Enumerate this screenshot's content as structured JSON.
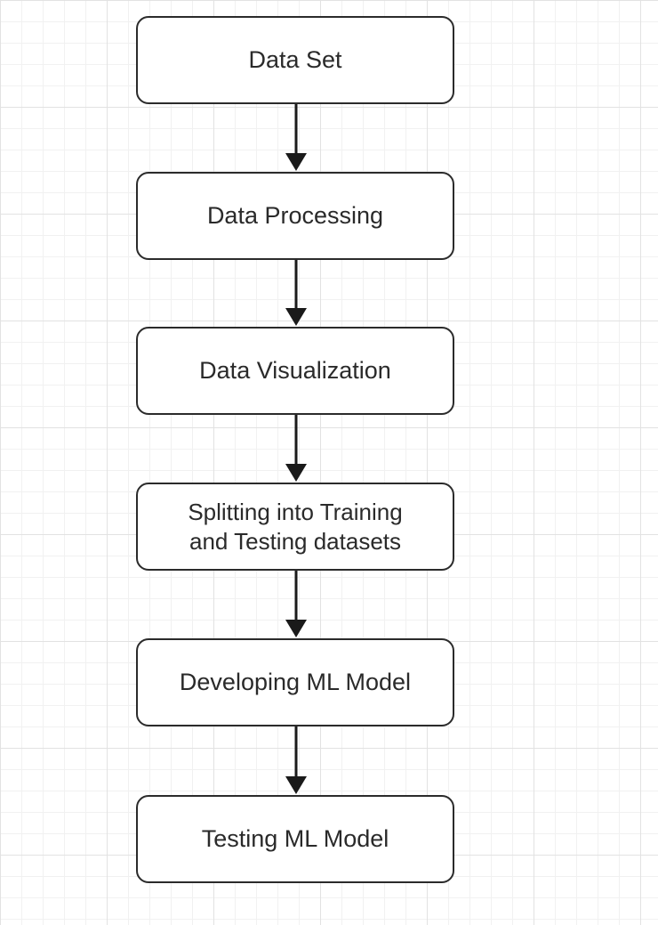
{
  "diagram": {
    "type": "flowchart",
    "direction": "top-to-bottom",
    "nodes": [
      {
        "id": "n1",
        "label": "Data Set"
      },
      {
        "id": "n2",
        "label": "Data Processing"
      },
      {
        "id": "n3",
        "label": "Data Visualization"
      },
      {
        "id": "n4",
        "label_line1": "Splitting into Training",
        "label_line2": "and Testing datasets"
      },
      {
        "id": "n5",
        "label": "Developing ML Model"
      },
      {
        "id": "n6",
        "label": "Testing ML Model"
      }
    ],
    "edges": [
      {
        "from": "n1",
        "to": "n2"
      },
      {
        "from": "n2",
        "to": "n3"
      },
      {
        "from": "n3",
        "to": "n4"
      },
      {
        "from": "n4",
        "to": "n5"
      },
      {
        "from": "n5",
        "to": "n6"
      }
    ]
  },
  "colors": {
    "background": "#ffffff",
    "grid": "#e2e2e2",
    "node_border": "#2b2b2b",
    "arrow": "#1a1a1a",
    "text": "#2a2a2a"
  }
}
